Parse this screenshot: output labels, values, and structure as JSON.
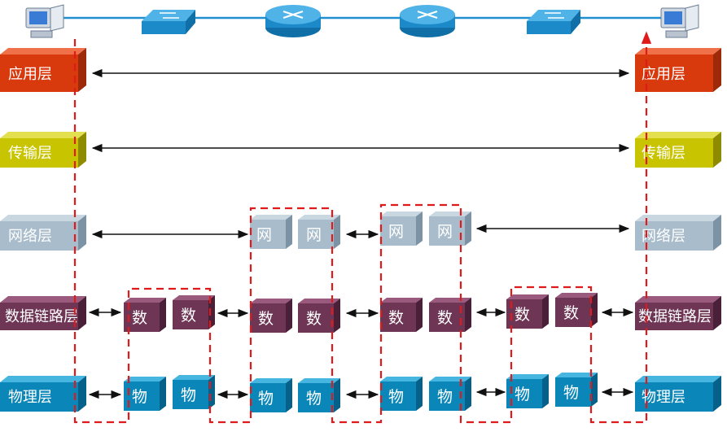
{
  "layers": {
    "application": "应用层",
    "transport": "传输层",
    "network": "网络层",
    "datalink": "数据链路层",
    "physical": "物理层"
  },
  "units": {
    "network": "网",
    "datalink": "数",
    "physical": "物"
  },
  "devices": [
    {
      "kind": "host",
      "icon": "computer-icon"
    },
    {
      "kind": "switch",
      "icon": "switch-icon"
    },
    {
      "kind": "router",
      "icon": "router-icon"
    },
    {
      "kind": "router",
      "icon": "router-icon"
    },
    {
      "kind": "switch",
      "icon": "switch-icon"
    },
    {
      "kind": "host",
      "icon": "computer-icon"
    }
  ],
  "colors": {
    "application": "#d83a0e",
    "transport": "#c9c400",
    "network": "#a8bccb",
    "datalink": "#6e3555",
    "physical": "#0a86b8",
    "path": "#e01a1a",
    "link": "#1f8fd0"
  }
}
